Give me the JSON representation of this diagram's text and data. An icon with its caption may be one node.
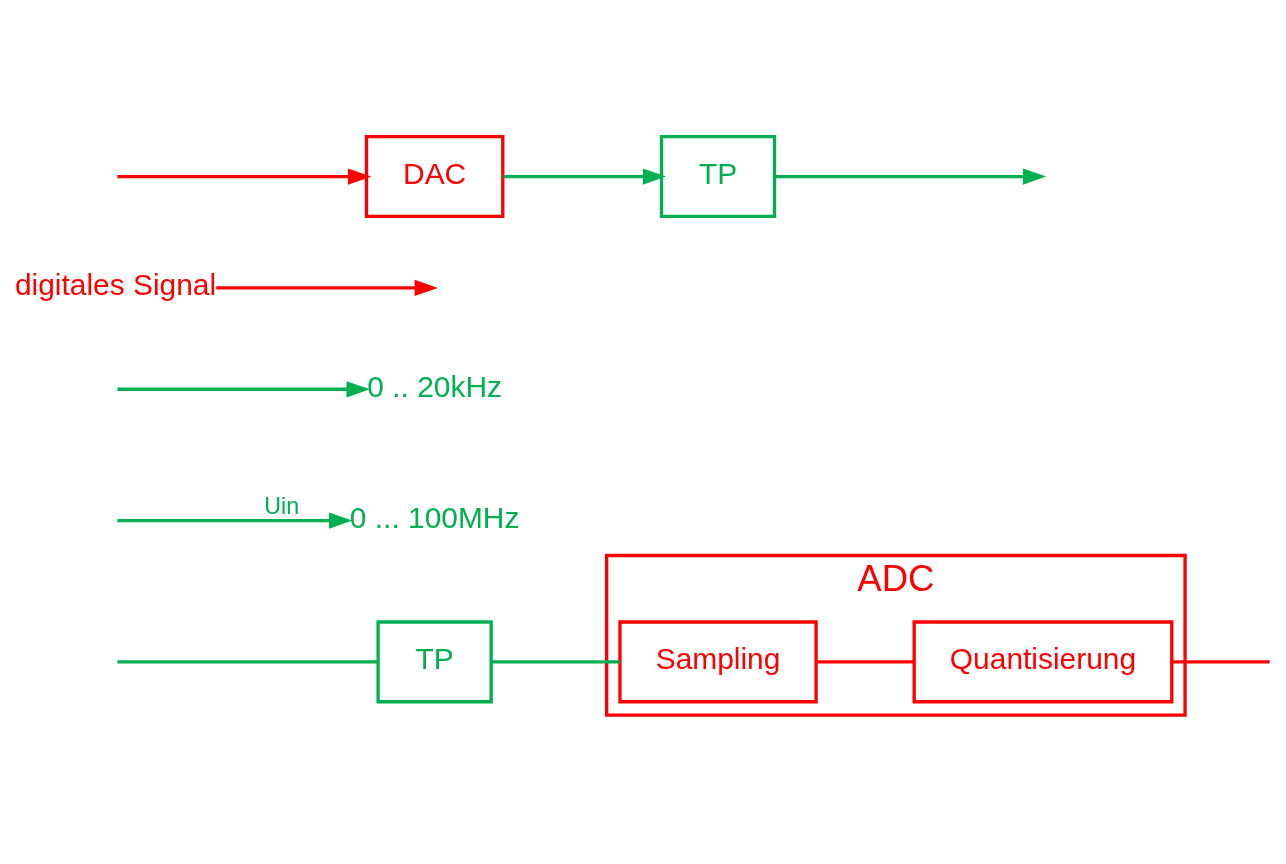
{
  "diagram": {
    "nodes": [
      {
        "text": [
          "ADC"
        ]
      },
      {
        "text": [
          "Sampling"
        ],
        "in": 0
      },
      {
        "text": [
          "Quantisierung"
        ],
        "in": 0
      },
      {
        "text": [
          "TP"
        ]
      },
      {
        "text": [
          "0 ... 100MHz"
        ]
      },
      {
        "text": [
          "0 .. 20kHz"
        ]
      },
      {
        "text": [
          "digitales Signal"
        ]
      },
      {
        "text": [
          "DAC"
        ]
      },
      {
        "text": [
          "TP"
        ]
      }
    ],
    "edges": [
      {
        "from": null,
        "to": 3,
        "arrow": "none"
      },
      {
        "from": 3,
        "to": 1,
        "arrow": "none"
      },
      {
        "from": 1,
        "to": 2,
        "arrow": "none",
        "color": "#ff0000"
      },
      {
        "from": 2,
        "to": null,
        "arrow": "none",
        "color": "#ff0000"
      },
      {
        "from": null,
        "to": 4,
        "arrow": "to",
        "label": "Uin"
      },
      {
        "from": null,
        "to": 5,
        "arrow": "to"
      },
      {
        "from": 6,
        "to": null,
        "arrow": "to",
        "color": "#ff0000"
      },
      {
        "from": null,
        "to": 7,
        "arrow": "to",
        "color": "#ff0000"
      },
      {
        "from": 7,
        "to": 8,
        "arrow": "to"
      },
      {
        "from": 8,
        "to": null,
        "arrow": "to"
      }
    ]
  }
}
